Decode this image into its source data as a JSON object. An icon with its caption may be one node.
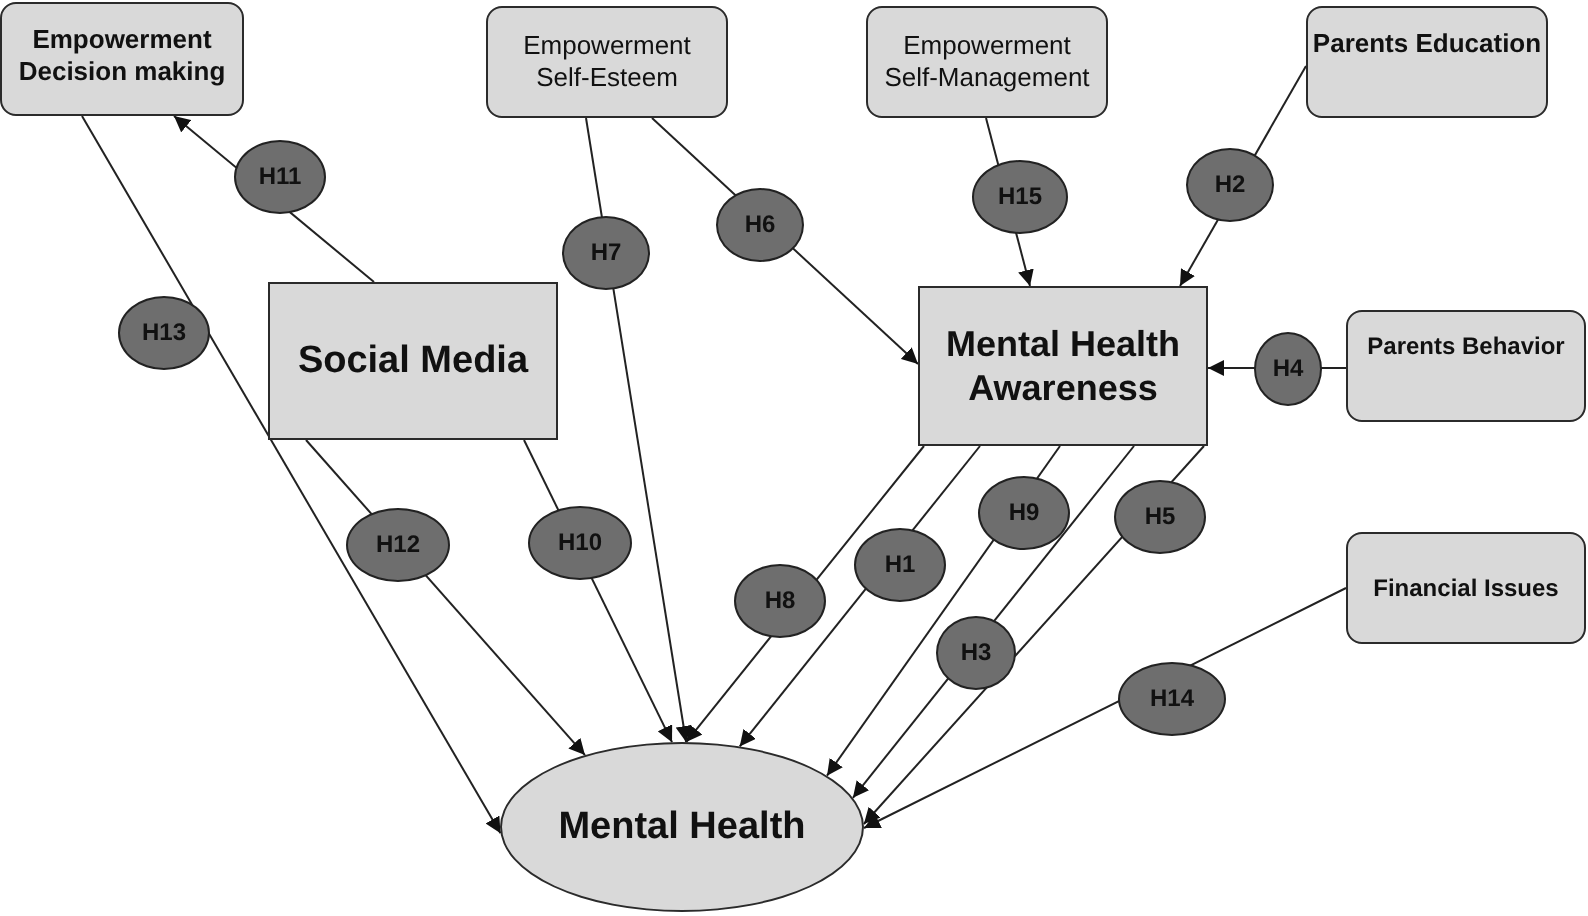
{
  "diagram": {
    "nodes": [
      {
        "text": [
          "Empowerment Decision making"
        ]
      },
      {
        "text": [
          "Empowerment Self-Esteem"
        ]
      },
      {
        "text": [
          "Empowerment Self-Management"
        ]
      },
      {
        "text": [
          "Parents Education"
        ]
      },
      {
        "text": [
          "Social Media"
        ]
      },
      {
        "text": [
          "Mental Health Awareness"
        ]
      },
      {
        "text": [
          "Parents Behavior"
        ]
      },
      {
        "text": [
          "Financial Issues"
        ]
      },
      {
        "text": [
          "Mental Health"
        ]
      }
    ],
    "edges": [
      {
        "from": 4,
        "to": 0,
        "arrow": "to",
        "label": "H11"
      },
      {
        "from": 0,
        "to": 8,
        "arrow": "to",
        "label": "H13"
      },
      {
        "from": 1,
        "to": 8,
        "arrow": "to",
        "label": "H7"
      },
      {
        "from": 1,
        "to": 5,
        "arrow": "to",
        "label": "H6"
      },
      {
        "from": 2,
        "to": 5,
        "arrow": "to",
        "label": "H15"
      },
      {
        "from": 3,
        "to": 5,
        "arrow": "to",
        "label": "H2"
      },
      {
        "from": 6,
        "to": 5,
        "arrow": "to",
        "label": "H4"
      },
      {
        "from": 4,
        "to": 8,
        "arrow": "to",
        "label": "H12"
      },
      {
        "from": 4,
        "to": 8,
        "arrow": "to",
        "label": "H10"
      },
      {
        "from": 5,
        "to": 8,
        "arrow": "to",
        "label": "H8"
      },
      {
        "from": 5,
        "to": 8,
        "arrow": "to",
        "label": "H1"
      },
      {
        "from": 5,
        "to": 8,
        "arrow": "to",
        "label": "H9"
      },
      {
        "from": 5,
        "to": 8,
        "arrow": "to",
        "label": "H3"
      },
      {
        "from": 5,
        "to": 8,
        "arrow": "to",
        "label": "H5"
      },
      {
        "from": 7,
        "to": 8,
        "arrow": "to",
        "label": "H14"
      }
    ]
  }
}
